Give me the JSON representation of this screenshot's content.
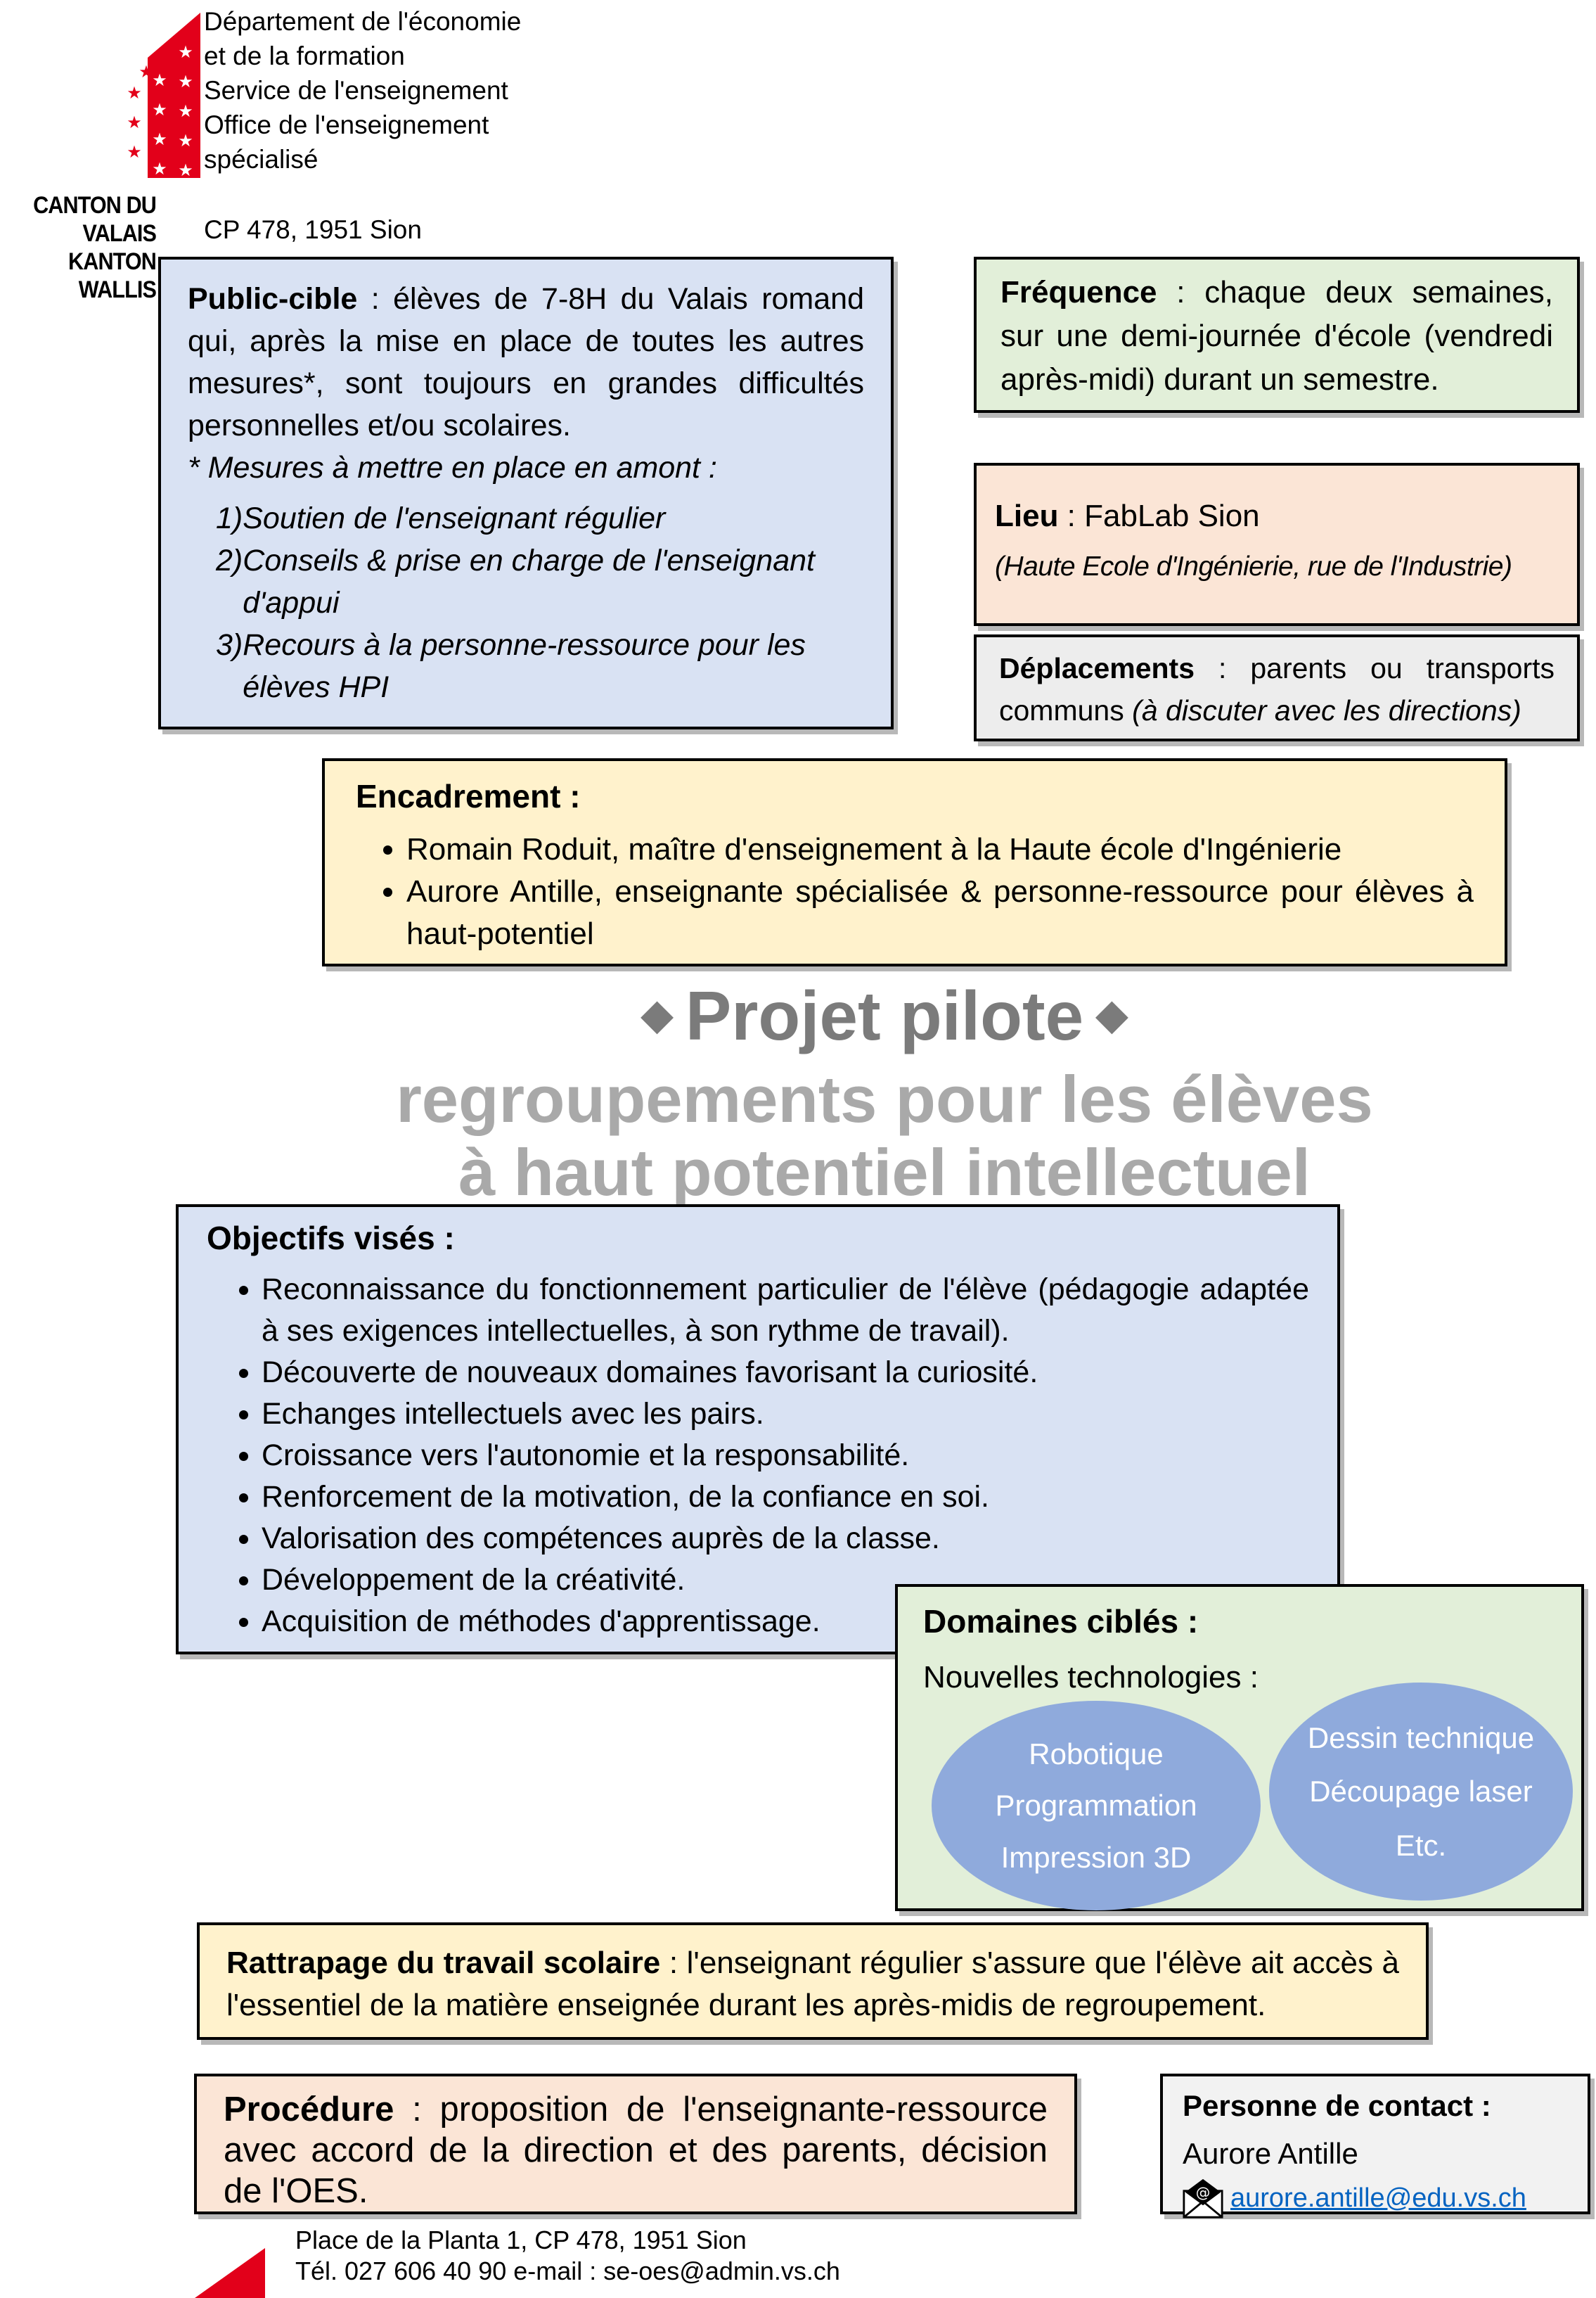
{
  "logo": {
    "canton_lines": [
      "CANTON DU VALAIS",
      "KANTON WALLIS"
    ],
    "department_lines": [
      "Département de l'économie",
      "et de la formation",
      "Service de l'enseignement",
      "Office de l'enseignement",
      "spécialisé"
    ],
    "po_box": "CP 478, 1951 Sion",
    "red": "#e2001a"
  },
  "boxes": {
    "public_cible": {
      "label": "Public-cible",
      "text": " : élèves de 7-8H du Valais romand qui, après la mise en place de toutes les autres mesures*, sont toujours en grandes difficultés personnelles et/ou scolaires.",
      "note": "* Mesures à mettre en place en amont :",
      "markers": [
        "1)",
        "2)",
        "3)"
      ],
      "items": [
        "Soutien de l'enseignant régulier",
        "Conseils & prise en charge de l'enseignant d'appui",
        "Recours à la personne-ressource pour les élèves HPI"
      ],
      "bg": "#d9e2f3"
    },
    "frequence": {
      "label": "Fréquence",
      "text": " : chaque deux semaines, sur une demi-journée d'école (vendredi après-midi) durant un semestre.",
      "bg": "#e2efd9"
    },
    "lieu": {
      "label": "Lieu",
      "text": " : FabLab Sion",
      "subtext": "(Haute Ecole d'Ingénierie, rue de l'Industrie)",
      "bg": "#fbe5d6"
    },
    "deplacements": {
      "label": "Déplacements",
      "text": " : parents ou transports communs ",
      "subtext": "(à discuter avec les directions)",
      "bg": "#ededed"
    },
    "encadrement": {
      "label": "Encadrement :",
      "items": [
        "Romain Roduit, maître d'enseignement à la Haute école d'Ingénierie",
        "Aurore Antille, enseignante spécialisée & personne-ressource pour élèves à haut-potentiel"
      ],
      "bg": "#fff2cc"
    },
    "objectifs": {
      "label": "Objectifs visés :",
      "items": [
        "Reconnaissance du fonctionnement particulier de l'élève (pédagogie adaptée à ses exigences intellectuelles, à son rythme de travail).",
        "Découverte de nouveaux domaines favorisant la curiosité.",
        "Echanges intellectuels avec les pairs.",
        "Croissance vers l'autonomie et la responsabilité.",
        "Renforcement de la motivation, de la confiance en soi.",
        "Valorisation des compétences auprès de la classe.",
        "Développement de la créativité.",
        "Acquisition de méthodes d'apprentissage."
      ],
      "bg": "#d9e2f3"
    },
    "domaines": {
      "label": "Domaines ciblés :",
      "sublabel": "Nouvelles technologies :",
      "ellipse1": [
        "Robotique",
        "Programmation",
        "Impression 3D"
      ],
      "ellipse2": [
        "Dessin technique",
        "Découpage laser",
        "Etc."
      ],
      "bg": "#e2efd9",
      "ellipse_color": "#8faadc"
    },
    "rattrapage": {
      "label": "Rattrapage du travail scolaire",
      "text": " : l'enseignant régulier s'assure que l'élève ait accès à l'essentiel de la matière enseignée durant les après-midis de regroupement.",
      "bg": "#fff2cc"
    },
    "procedure": {
      "label": "Procédure",
      "text": " : proposition de l'enseignante-ressource avec accord de la direction et des parents, décision de l'OES.",
      "bg": "#fbe5d6"
    },
    "contact": {
      "label": "Personne de contact :",
      "name": "Aurore Antille",
      "email": "aurore.antille@edu.vs.ch",
      "bg": "#f2f2f2",
      "link_color": "#0563c1"
    }
  },
  "title": {
    "diamond": "◆",
    "line1": "Projet pilote",
    "line2": "regroupements pour les élèves",
    "line3": "à haut potentiel intellectuel",
    "color_line1": "#7b7b7b",
    "color_lines23": "#a9a9a9"
  },
  "footer": {
    "line1": "Place de la Planta 1, CP 478, 1951 Sion",
    "line2": "Tél. 027 606 40 90  e-mail : se-oes@admin.vs.ch"
  }
}
